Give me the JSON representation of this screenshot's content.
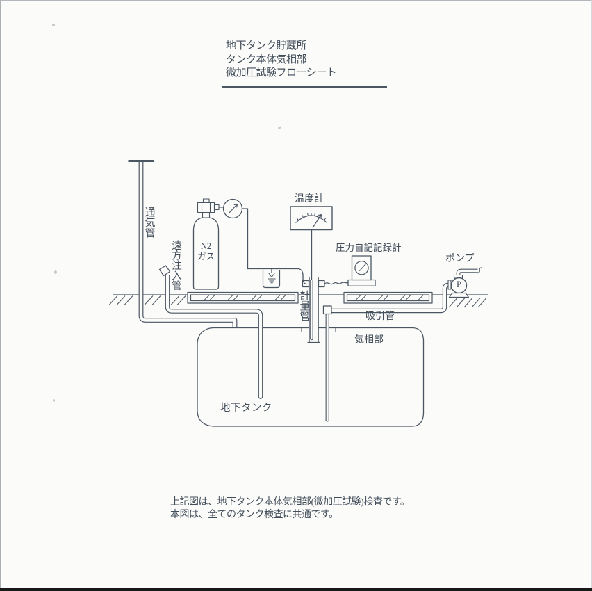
{
  "title": {
    "line1": "地下タンク貯蔵所",
    "line2": "タンク本体気相部",
    "line3": "微加圧試験フローシート"
  },
  "diagram": {
    "labels": {
      "vent_pipe": "通気管",
      "remote_injection_pipe": "遠方注入管",
      "n2_gas_line1": "N2",
      "n2_gas_line2": "ガス",
      "thermometer": "温度計",
      "pressure_recorder": "圧力自記記録計",
      "pump": "ポンプ",
      "pump_symbol": "P",
      "measuring_pipe": "計量管",
      "suction_pipe": "吸引管",
      "vapor_phase": "気相部",
      "underground_tank": "地下タンク"
    }
  },
  "footer": {
    "line1": "上記図は、地下タンク本体気相部(微加圧試験)検査です。",
    "line2": "本図は、全てのタンク検査に共通です。"
  },
  "colors": {
    "ink": "#4b5663",
    "paper": "#fbfbf9"
  }
}
